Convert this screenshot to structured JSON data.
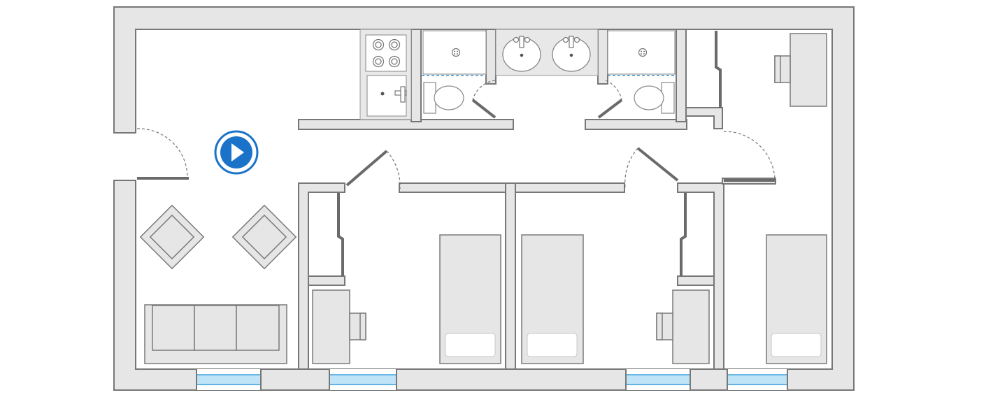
{
  "plan": {
    "colors": {
      "wall_fill": "#e6e6e6",
      "wall_stroke": "#777777",
      "window_glass": "#bfe3f7",
      "window_frame": "#3aa0dc",
      "shower_divider": "#3a8fd0",
      "play_button": "#1a73c8"
    },
    "play_button": {
      "icon": "play-icon",
      "action": "play"
    },
    "rooms": [
      "living-room",
      "kitchen",
      "bathroom-left",
      "washroom",
      "bathroom-right",
      "bedroom-left",
      "bedroom-center-left",
      "bedroom-center-right",
      "bedroom-right"
    ]
  }
}
